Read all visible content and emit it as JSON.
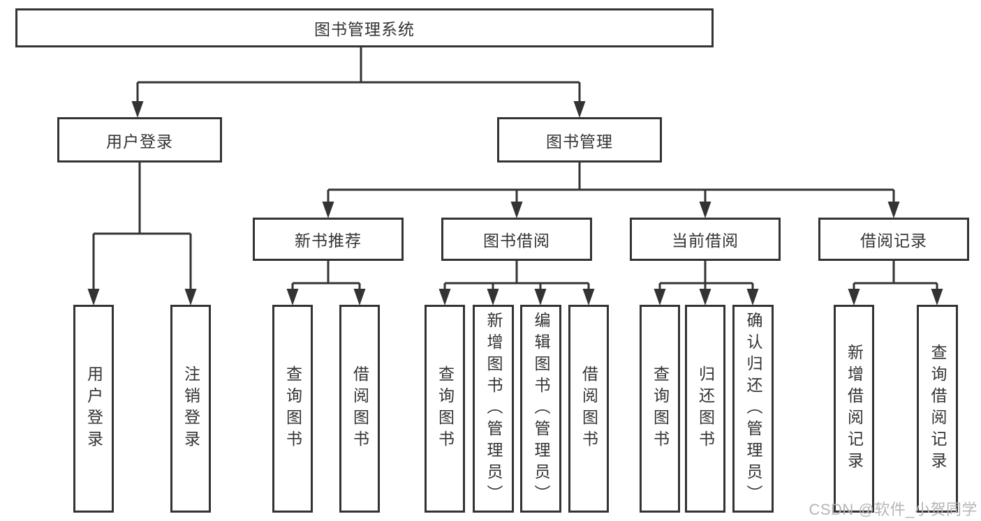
{
  "diagram": {
    "root": "图书管理系统",
    "branches": [
      {
        "label": "用户登录",
        "children": [
          "用户登录",
          "注销登录"
        ]
      },
      {
        "label": "图书管理",
        "children": [
          {
            "label": "新书推荐",
            "children": [
              "查询图书",
              "借阅图书"
            ]
          },
          {
            "label": "图书借阅",
            "children": [
              "查询图书",
              "新增图书（管理员）",
              "编辑图书（管理员）",
              "借阅图书"
            ]
          },
          {
            "label": "当前借阅",
            "children": [
              "查询图书",
              "归还图书",
              "确认归还（管理员）"
            ]
          },
          {
            "label": "借阅记录",
            "children": [
              "新增借阅记录",
              "查询借阅记录"
            ]
          }
        ]
      }
    ]
  },
  "watermark": {
    "text": "CSDN @软件_小贺同学"
  },
  "colors": {
    "line": "#333333",
    "text": "#333333",
    "node_fill": "#ffffff",
    "background": "#ffffff",
    "watermark": "#b5b5b5"
  }
}
